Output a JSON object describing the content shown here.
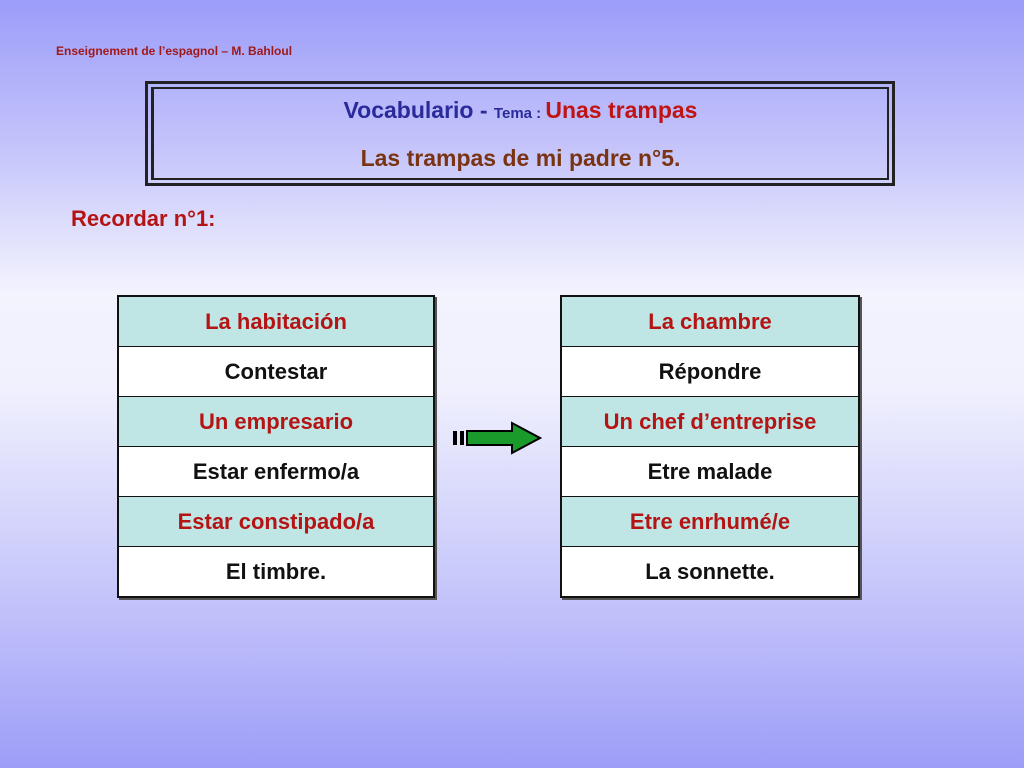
{
  "header_note": "Enseignement de l’espagnol – M. Bahloul",
  "title": {
    "vocabulario": "Vocabulario",
    "separator": " - ",
    "tema_label": "Tema : ",
    "tema_value": "Unas trampas",
    "subtitle": "Las trampas de mi padre n°5."
  },
  "recordar": "Recordar n°1:",
  "spanish_words": [
    "La habitación",
    "Contestar",
    "Un empresario",
    "Estar enfermo/a",
    "Estar constipado/a",
    "El timbre."
  ],
  "french_words": [
    "La chambre",
    "Répondre",
    "Un chef d’entreprise",
    "Etre malade",
    "Etre enrhumé/e",
    "La sonnette."
  ],
  "colors": {
    "highlight_row": "#bfe5e5",
    "red_text": "#b51414",
    "arrow_green": "#1a9a2a"
  },
  "icons": {
    "arrow": "right-arrow-icon"
  }
}
